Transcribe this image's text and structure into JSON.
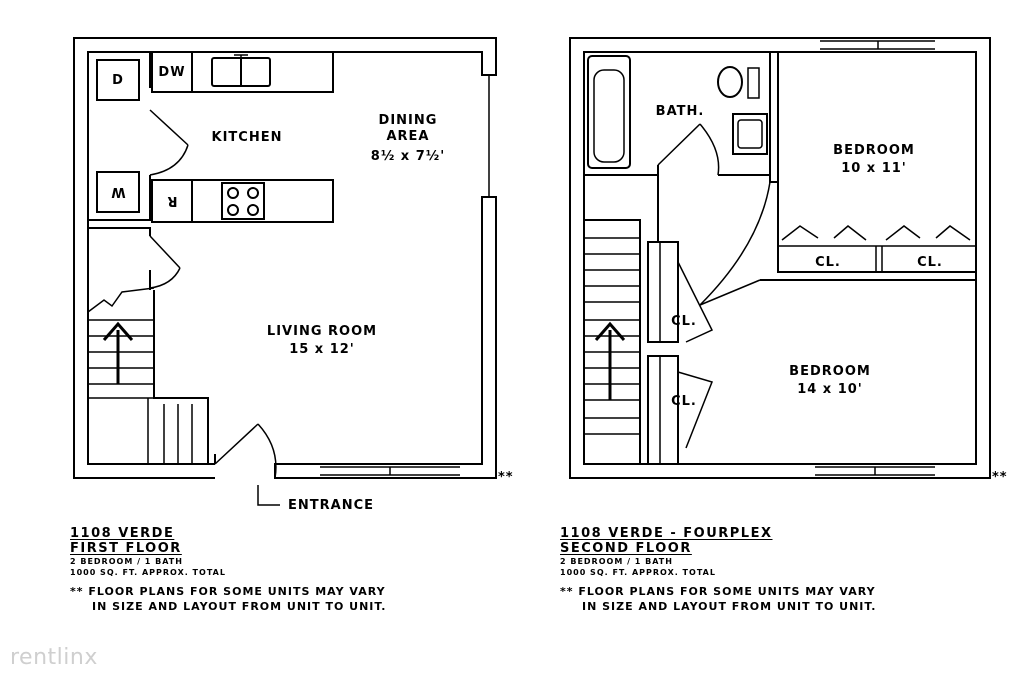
{
  "first_floor": {
    "rooms": {
      "kitchen": "KITCHEN",
      "dining_line1": "DINING",
      "dining_line2": "AREA",
      "dining_size": "8½ x 7½'",
      "living": "LIVING ROOM",
      "living_size": "15 x 12'",
      "entrance": "ENTRANCE"
    },
    "appliances": {
      "dryer": "D",
      "washer": "W",
      "dishwasher": "DW",
      "refrigerator": "R"
    },
    "marker": "**",
    "caption": {
      "title": "1108 VERDE",
      "subtitle": "FIRST FLOOR",
      "beds_baths": "2 BEDROOM / 1 BATH",
      "area": "1000 SQ. FT. APPROX. TOTAL",
      "note_line1": "** FLOOR PLANS FOR SOME UNITS MAY VARY",
      "note_line2": "IN SIZE AND LAYOUT FROM UNIT TO UNIT."
    }
  },
  "second_floor": {
    "rooms": {
      "bath": "BATH.",
      "bedroom1": "BEDROOM",
      "bedroom1_size": "10 x 11'",
      "bedroom2": "BEDROOM",
      "bedroom2_size": "14 x 10'",
      "closet_a": "CL.",
      "closet_b": "CL.",
      "closet_c": "CL.",
      "closet_d": "CL."
    },
    "marker": "**",
    "caption": {
      "title": "1108 VERDE - FOURPLEX",
      "subtitle": "SECOND FLOOR",
      "beds_baths": "2 BEDROOM / 1 BATH",
      "area": "1000 SQ. FT. APPROX. TOTAL",
      "note_line1": "** FLOOR PLANS FOR SOME UNITS MAY VARY",
      "note_line2": "IN SIZE AND LAYOUT FROM UNIT TO UNIT."
    }
  },
  "watermark": "rentlinx"
}
